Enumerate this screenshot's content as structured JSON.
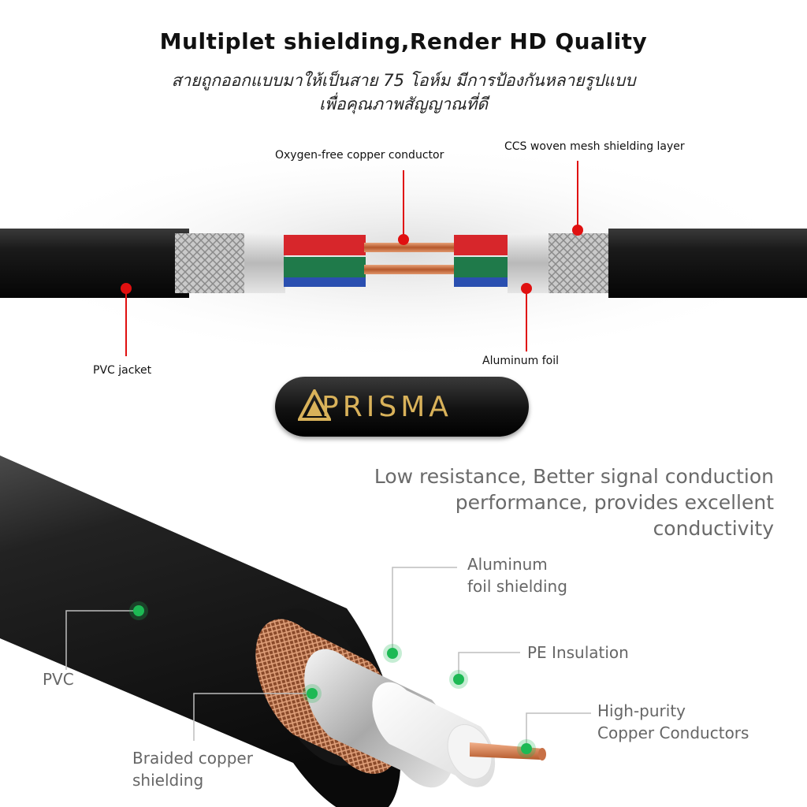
{
  "header": {
    "title": "Multiplet shielding,Render HD Quality",
    "thai_line1": "สายถูกออกแบบมาให้เป็นสาย 75 โอห์ม มีการป้องกันหลายรูปแบบ",
    "thai_line2": "เพื่อคุณภาพสัญญาณที่ดี"
  },
  "top_diagram": {
    "labels": {
      "copper": "Oxygen-free copper conductor",
      "ccs": "CCS woven mesh shielding layer",
      "pvc": "PVC jacket",
      "foil": "Aluminum foil"
    }
  },
  "logo": {
    "text": "PRISMA",
    "color": "#d9b25a"
  },
  "feature": {
    "line1": "Low resistance, Better signal conduction",
    "line2": "performance, provides excellent",
    "line3": "conductivity"
  },
  "bottom_diagram": {
    "labels": {
      "foil_1": "Aluminum",
      "foil_2": "foil shielding",
      "pe": "PE Insulation",
      "pvc": "PVC",
      "conductor_1": "High-purity",
      "conductor_2": "Copper Conductors",
      "braid_1": "Braided copper",
      "braid_2": "shielding"
    },
    "dot_color": "#1db954"
  }
}
